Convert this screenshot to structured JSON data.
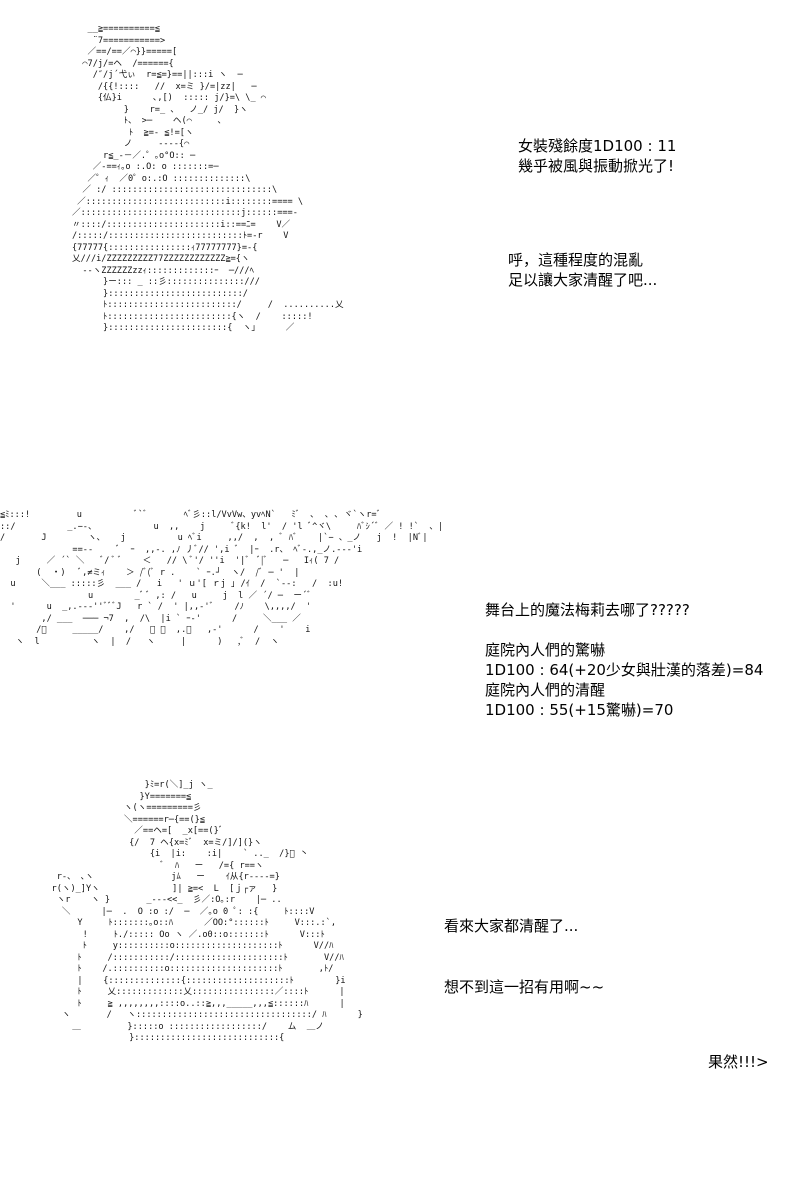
{
  "panels": [
    {
      "art": "   __≧==========≦\n    ¨7===========>\n   ／==/==／⌒}}=====[\n  ⌒7/j/=ヘ  /======{\n    /″/j´弋ぃ  r=≦=}==||:::i ヽ  ─\n     /{{!::::   //  x=ミ }/=|zz|   ─\n     {仏}i      ､,[)  ::::: j/}=\\ \\_ ⌒\n          }    r=_ 、  ノ_/ j/  }ヽ\n          ﾄ、 >─    ヘ(⌒     ､\n           ﾄ  ≧=- ≦!=[ヽ\n          ノ     ----{⌒\n      r≦_-－／.゜｡o°O:: ─\n    ／-==ｨ｡o :.O: o :::::::=─\n   ／゜ｨ  ／0゜o:.:O ::::::::::::::\\\n  ／ :/ :::::::::::::::::::::::::::::::\\\n ／:::::::::::::::::::::::::::i::::::::==== \\\n／:::::::::::::::::::::::::::::::j::::::===-\n〃::::/::::::::::::::::::::::i::==ﾆ=    V／\n/:::::/::::::::::::::::::::::::::ﾄ=‐r    V\n{77777{::::::::::::::::ｨ77777777}=-{\n乂///i/ZZZZZZZZZ77ZZZZZZZZZZZZ≧={ヽ\n  --ヽZZZZZZzzｨ:::::::::::::ｰ  ─///ﾍ\n      }ー::: _ ::彡:::::::::::::::///\n      }::::::::::::::::::::::::::/\n      ﾄ:::::::::::::::::::::::::/     /  ..........乂\n      ﾄ::::::::::::::::::::::::{ヽ  /    :::::!\n      }:::::::::::::::::::::::{  ヽ」     ／",
      "text_groups": [
        [
          "女裝殘餘度1D100 : 11",
          "幾乎被風與振動掀光了!"
        ],
        [
          "呼，這種程度的混亂",
          "足以讓大家清醒了吧..."
        ]
      ]
    },
    {
      "art": "≦ﾐ:::!         u          ﾞ`ﾞ       ﾍﾞ彡::l/VvVw、yvﾍN`   ﾐﾞ  ､  ､ ､ ヾ`ヽr=ﾞ\n::/          _.−-、           u  ,,    j     ﾞ{k!  l'  / 'l ﾞ^ヾ\\     ﾊﾞｼ´ﾞ ／ ! !`  、|\n/       J        ヽ、   j          u ﾍﾞi     ,,/  ,  , ﾞ ﾊﾞ    |`− 、_ノ   j  !  |Nﾞ|\n              ==--     ﾞ  ｰ  ,,-. ,ﾉ 丿ﾞ// ',i ﾞ  |ｰ  .r、 ﾍﾞ-.,_ノ.---'i\n   j     ／ ´` ＼   ﾞ/ ﾞ ﾞ    ＜   // \\ ﾞ'/ ''i  '|ﾞ  ﾞ|ﾞ   ─   Iｨ( 7 /\n       (  ・)   ﾞ,≠ミｨ    ＞ /ﾞ(ﾞ r .    ` ｰ.┘  ヽ/  /ﾞ ─ '  |\n  u     ＼___ :::::彡  ___ /   i   ' ｕ'[ ｒj ｣ /ｲ  /  `--:   /  :u!\n                 u        _ﾞ ﾞ ,: /   u     j  l ／ ´/ ─  ー´ﾞ\n  '      u  _,.-‐‐''ﾞﾞﾞJ   r ` /  ' |,,-'ﾞ    /ﾉ    \\,,,,/  '\n        ,/ ___  ─── ¬7  ,  /\\  |i ` ｰ-'      /     ＼___ ／\n       /ﾞ     _____/    ,/   ＼ ﾞ  ,.、   ,-'      /    '    i\n   ヽ  l          ヽ  |  /   ヽ     |      )   ,ﾞ  /  ヽ",
      "text_groups": [
        [
          "舞台上的魔法梅莉去哪了?????"
        ],
        [
          "庭院內人們的驚嚇",
          "1D100 : 64(+20少女與壯漢的落差)=84",
          "庭院內人們的清醒",
          "1D100 : 55(+15驚嚇)=70"
        ]
      ]
    },
    {
      "art": "                     }ﾐ=r(＼]_j ヽ_\n                    }Y=======≦\n                 ヽ(ヽ=========彡\n                 ＼======r─{==(}≦\n                   ／==ヘ=[  _x[==(}ﾞ\n                  {/  7 ヘ{x=ﾐﾞ  x=ミ/]/](}ヽ\n                      {i  |i:    :i|    ` .._  /}ﾞ 丶\n                        ﾞ  ﾊ   ー   /={ r==ヽ\n    r‐、 ､ヽ               jﾑ   ー    ｲ从{r----=}\n   r(ヽ)_]Yヽ              ]| ≧=<  L  [ｊ┌ァ   }\n    ヽr    ヽ }       _--‐<<_  彡／:O｡:r    |─ ..\n     ＼      |─  .  O :o :/  ─  ／｡o 0 ﾟ: :{     ﾄ::::V\n        Y     ﾄ:::::::｡o::ﾊ      ／OO:°::::::ﾄ     V:::.:`,\n         !     ﾄ./::::: Oo ヽ ／.o0::o:::::::ﾄ      V:::ﾄ\n         ﾄ     y::::::::::o::::::::::::::::::::ﾄ      V//ﾊ\n        ﾄ     /:::::::::::/:::::::::::::::::::::ﾄ       V//ﾊ\n        ﾄ    /.::::::::::o:::::::::::::::::::::ﾄ       ,ﾄ/\n        |    {::::::::::::::{::::::::::::::::::::ﾄ        }i\n        ﾄ     乂:::::::::::::乂::::::::::::::::／::::ﾄ      |\n        ﾄ     ≧ ,,,,,,,,::::o..::≧,,,_____,,,≦::::::ﾊ      |\n     ヽ       /   ヽ::::::::::::::::::::::::::::::::::/ ﾊ      }\n       ＿         }:::::o ::::::::::::::::::/    ム  ＿ノ\n                  }::::::::::::::::::::::::::::{",
      "text_groups": [
        [
          "看來大家都清醒了..."
        ],
        [
          "想不到這一招有用啊~~"
        ],
        [
          "果然!!!>"
        ]
      ]
    }
  ]
}
